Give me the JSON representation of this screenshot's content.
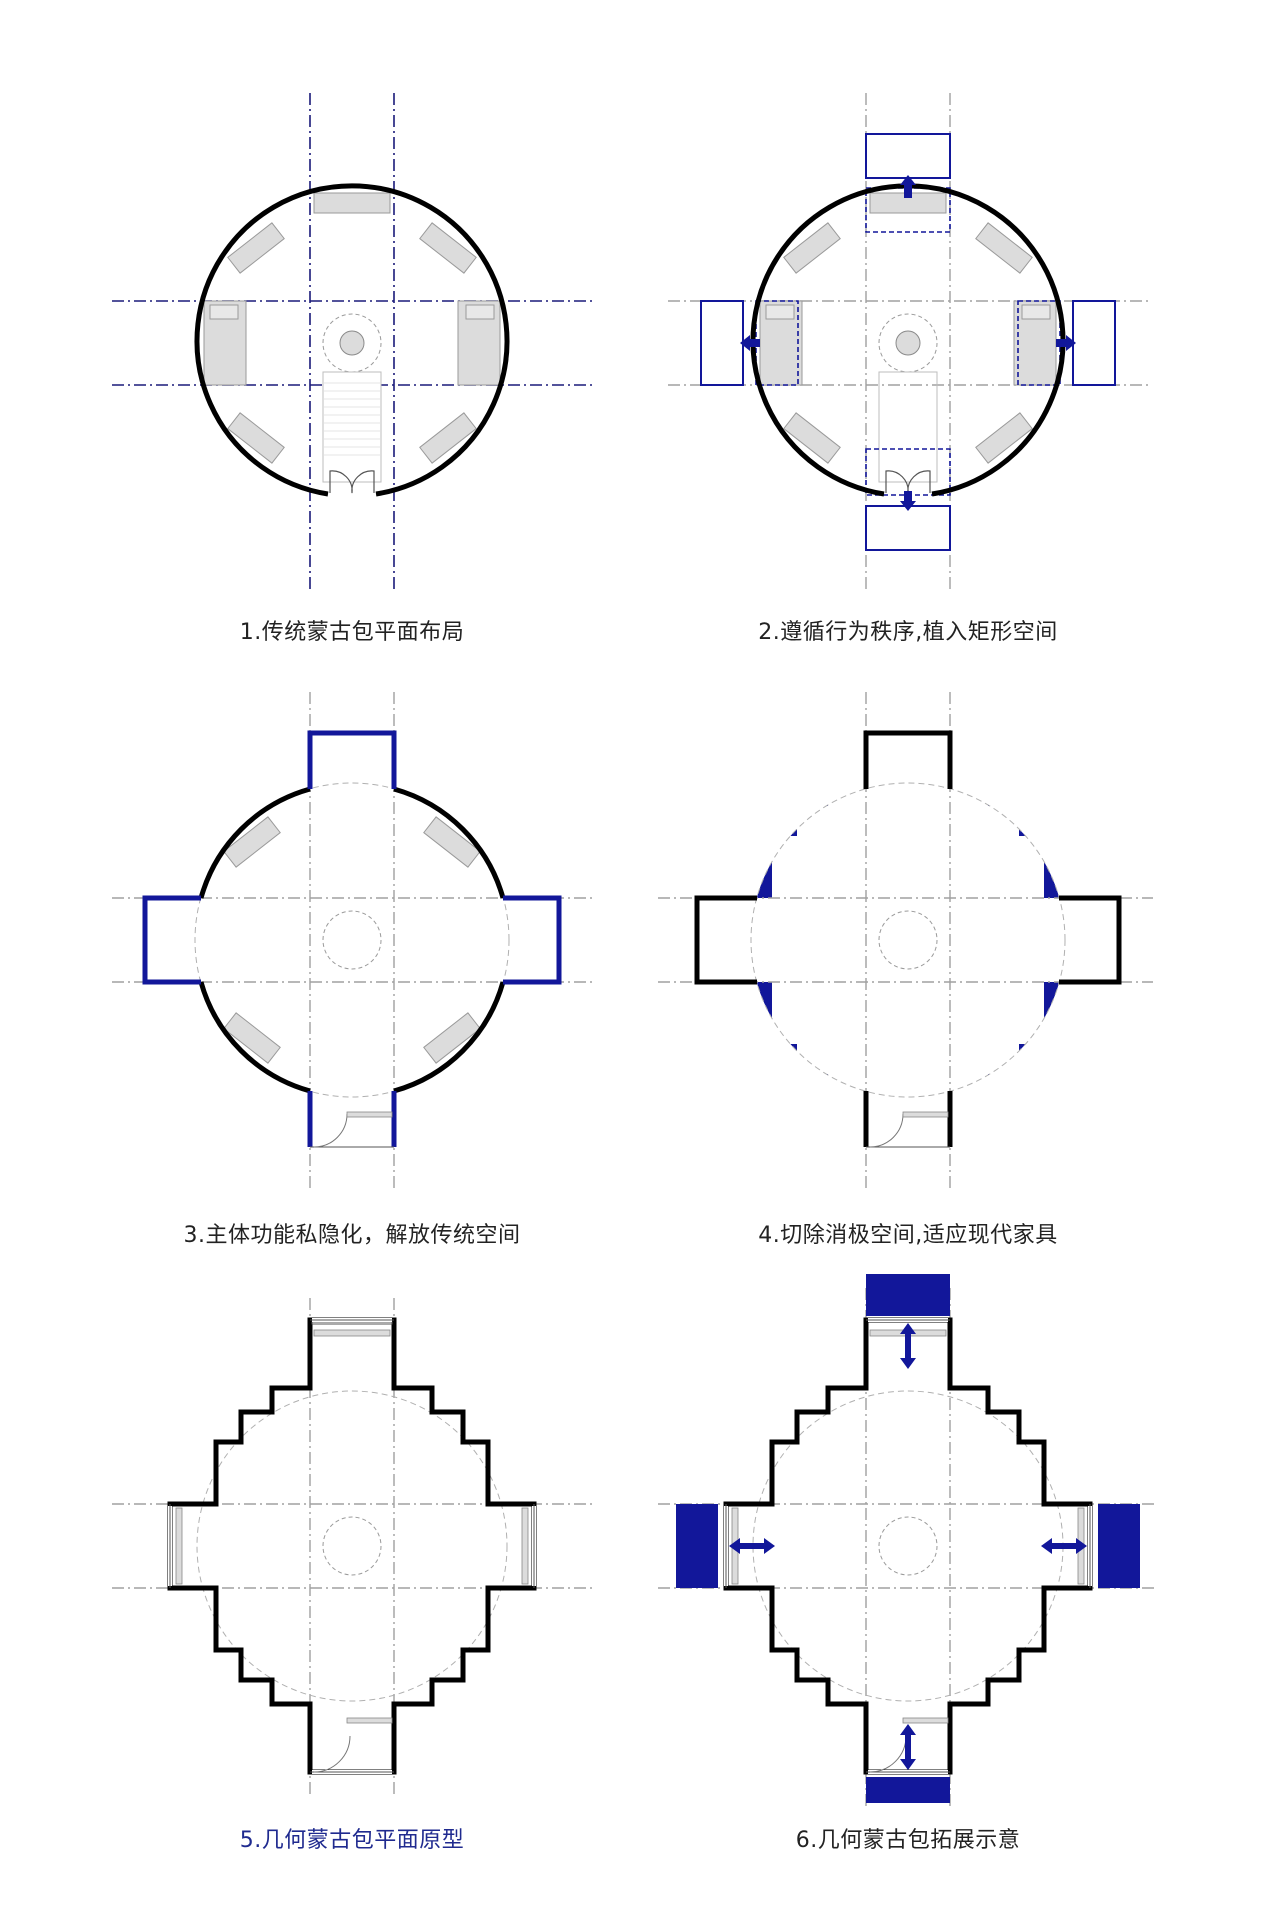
{
  "colors": {
    "wall": "#000000",
    "accent_blue": "#12179a",
    "axis_blue": "#1a1a7a",
    "axis_gray": "#9a9a9a",
    "furniture_fill": "#dcdcdc",
    "furniture_stroke": "#9a9a9a",
    "caption_text": "#222222",
    "caption_accent": "#1f2a8f"
  },
  "panels": [
    {
      "id": 1,
      "caption": "1.传统蒙古包平面布局",
      "description": "Traditional yurt plan: circular wall, furniture around perimeter, central stove, entry door at bottom"
    },
    {
      "id": 2,
      "caption": "2.遵循行为秩序,植入矩形空间",
      "description": "Rectangular spaces inserted along four axes, pushed outward by arrows"
    },
    {
      "id": 3,
      "caption": "3.主体功能私隐化，解放传统空间",
      "description": "Four rectangular bays added to circular plan in blue"
    },
    {
      "id": 4,
      "caption": "4.切除消极空间,适应现代家具",
      "description": "Negative corner space cut away (blue) leaving stepped walls"
    },
    {
      "id": 5,
      "caption": "5.几何蒙古包平面原型",
      "description": "Final stepped cross-shaped geometric yurt plan prototype"
    },
    {
      "id": 6,
      "caption": "6.几何蒙古包拓展示意",
      "description": "Expansion modules (blue) attached to the four bays with double arrows"
    }
  ]
}
